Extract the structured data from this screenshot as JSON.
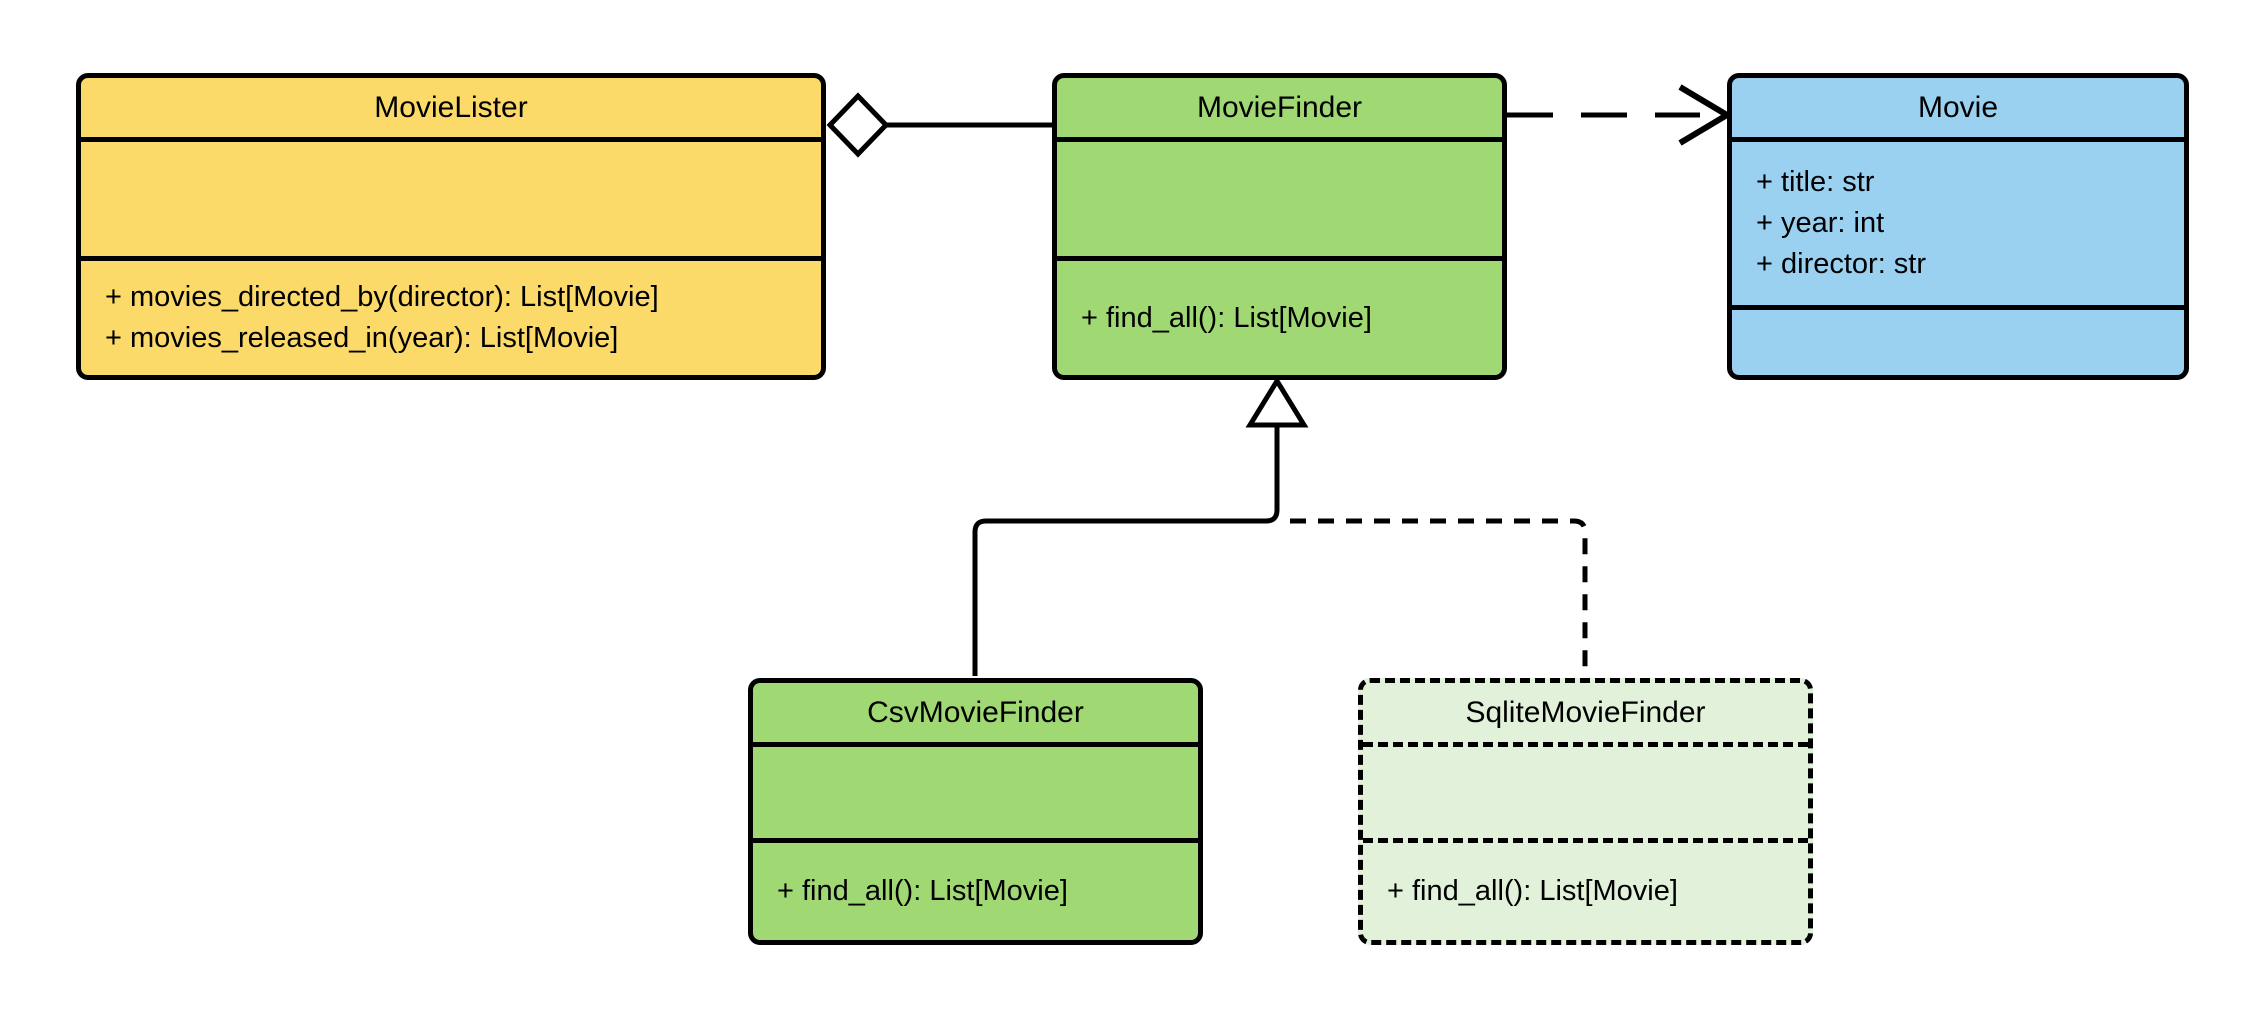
{
  "diagram": {
    "kind": "uml-class-diagram",
    "background_color": "#ffffff",
    "stroke_color": "#000000",
    "classes": [
      {
        "name": "MovieLister",
        "fill": "#fcda69",
        "border_style": "solid",
        "attributes": [],
        "methods": [
          "+ movies_directed_by(director): List[Movie]",
          "+ movies_released_in(year): List[Movie]"
        ]
      },
      {
        "name": "MovieFinder",
        "fill": "#a0d874",
        "border_style": "solid",
        "attributes": [],
        "methods": [
          "+ find_all(): List[Movie]"
        ]
      },
      {
        "name": "Movie",
        "fill": "#9ad1f0",
        "border_style": "solid",
        "attributes": [
          "+ title: str",
          "+ year: int",
          "+ director: str"
        ],
        "methods": []
      },
      {
        "name": "CsvMovieFinder",
        "fill": "#a0d874",
        "border_style": "solid",
        "attributes": [],
        "methods": [
          "+ find_all(): List[Movie]"
        ]
      },
      {
        "name": "SqliteMovieFinder",
        "fill": "#e2f1da",
        "border_style": "dashed",
        "attributes": [],
        "methods": [
          "+ find_all(): List[Movie]"
        ]
      }
    ],
    "relationships": [
      {
        "type": "aggregation",
        "owner": "MovieLister",
        "part": "MovieFinder",
        "line": "solid",
        "marker": "hollow-diamond"
      },
      {
        "type": "dependency",
        "from": "MovieFinder",
        "to": "Movie",
        "line": "dashed",
        "marker": "open-arrow"
      },
      {
        "type": "generalization",
        "child": "CsvMovieFinder",
        "parent": "MovieFinder",
        "line": "solid",
        "marker": "hollow-triangle"
      },
      {
        "type": "generalization",
        "child": "SqliteMovieFinder",
        "parent": "MovieFinder",
        "line": "dashed",
        "marker": "hollow-triangle"
      }
    ]
  }
}
